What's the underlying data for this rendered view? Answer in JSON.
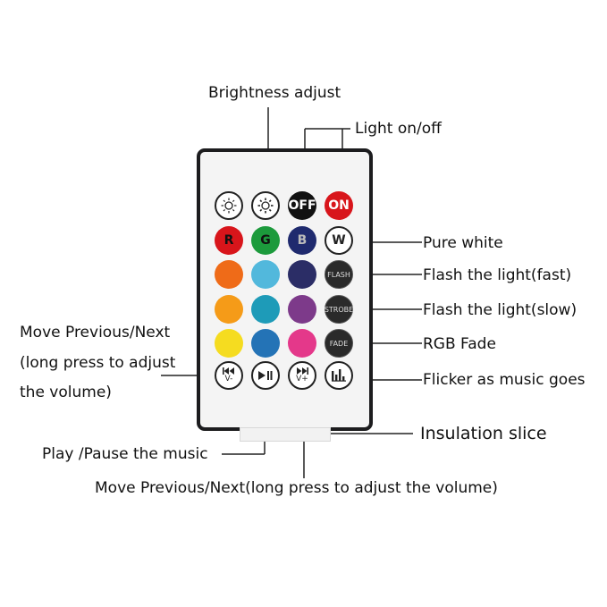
{
  "labels": {
    "brightness": "Brightness adjust",
    "light_onoff": "Light on/off",
    "pure_white": "Pure white",
    "flash_fast": "Flash the light(fast)",
    "flash_slow": "Flash the light(slow)",
    "rgb_fade": "RGB Fade",
    "music": "Flicker as music goes",
    "insulation": "Insulation slice",
    "prev_next_left_1": "Move Previous/Next",
    "prev_next_left_2": "(long press to adjust",
    "prev_next_left_3": "the volume)",
    "play_pause": "Play /Pause the music",
    "prev_next_bottom": "Move Previous/Next(long press to adjust the volume)"
  },
  "buttons": {
    "brightness_down": {
      "icon": "dim-sun-icon"
    },
    "brightness_up": {
      "icon": "bright-sun-icon"
    },
    "off": {
      "text": "OFF",
      "color": "#111111"
    },
    "on": {
      "text": "ON",
      "color": "#d8151b"
    },
    "r": {
      "text": "R",
      "color": "#d8151b"
    },
    "g": {
      "text": "G",
      "color": "#1c9a3c"
    },
    "b": {
      "text": "B",
      "color": "#1f2a6e"
    },
    "w": {
      "text": "W",
      "color": "#ffffff"
    },
    "flash": {
      "text": "FLASH"
    },
    "strobe": {
      "text": "STROBE"
    },
    "fade": {
      "text": "FADE"
    },
    "prev": {
      "text": "V-",
      "icon": "prev-track-icon"
    },
    "play": {
      "icon": "play-pause-icon"
    },
    "next": {
      "text": "V+",
      "icon": "next-track-icon"
    },
    "music": {
      "icon": "equalizer-icon"
    }
  },
  "color_grid": [
    [
      "#ef6b18",
      "#52b8dc",
      "#2b2d66"
    ],
    [
      "#f59b18",
      "#1e9bb8",
      "#7d3a8a"
    ],
    [
      "#f5dc20",
      "#2473b6",
      "#e4388a"
    ]
  ]
}
